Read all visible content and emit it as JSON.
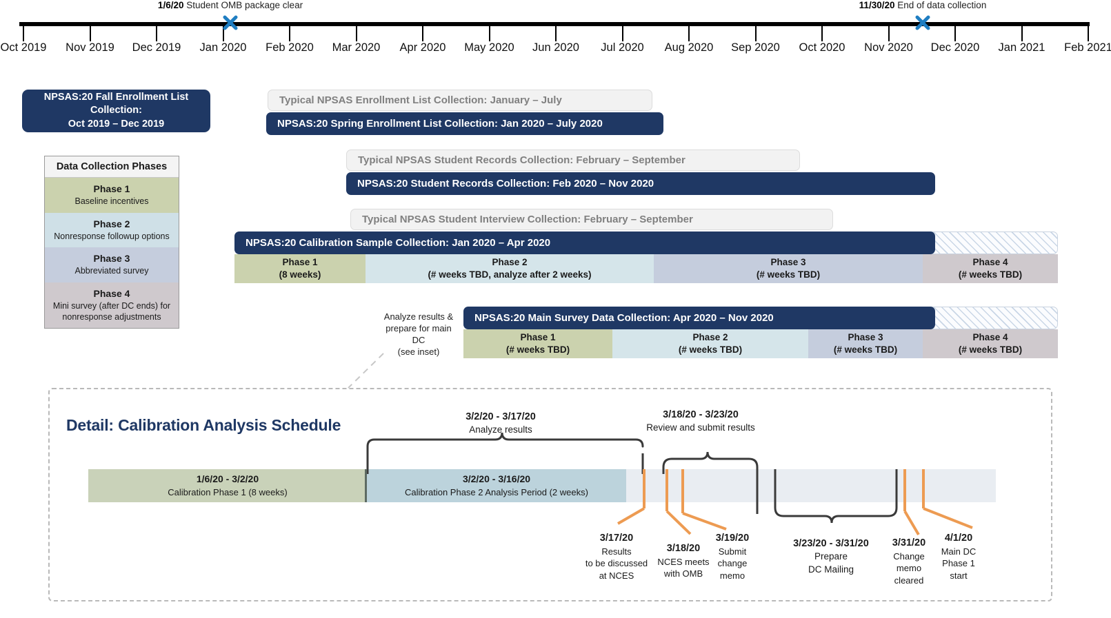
{
  "axis": {
    "ticks": [
      "Oct 2019",
      "Nov 2019",
      "Dec 2019",
      "Jan 2020",
      "Feb 2020",
      "Mar 2020",
      "Apr 2020",
      "May 2020",
      "Jun 2020",
      "Jul 2020",
      "Aug 2020",
      "Sep 2020",
      "Oct 2020",
      "Nov 2020",
      "Dec 2020",
      "Jan 2021",
      "Feb 2021"
    ],
    "milestones": [
      {
        "date": "1/6/20",
        "label": "Student OMB package clear",
        "marker": "x-marker"
      },
      {
        "date": "11/30/20",
        "label": "End of data collection",
        "marker": "x-marker"
      }
    ]
  },
  "fall_box": {
    "line1": "NPSAS:20 Fall Enrollment List",
    "line2": "Collection:",
    "line3": "Oct 2019 – Dec 2019"
  },
  "legend": {
    "header": "Data Collection Phases",
    "rows": [
      {
        "title": "Phase 1",
        "desc": "Baseline incentives",
        "color": "#cbd2ae"
      },
      {
        "title": "Phase 2",
        "desc": "Nonresponse followup options",
        "color": "#cfe0e7"
      },
      {
        "title": "Phase 3",
        "desc": "Abbreviated survey",
        "color": "#c5cddd"
      },
      {
        "title": "Phase 4",
        "desc": "Mini survey (after DC ends) for nonresponse adjustments",
        "color": "#cfc9cd"
      }
    ]
  },
  "bars": {
    "typical_enrollment": "Typical NPSAS Enrollment List Collection: January – July",
    "spring_enrollment": "NPSAS:20 Spring Enrollment List Collection: Jan 2020 – July 2020",
    "typical_records": "Typical NPSAS Student Records Collection: February – September",
    "student_records": "NPSAS:20 Student Records Collection: Feb 2020 – Nov 2020",
    "typical_interview": "Typical NPSAS Student Interview Collection: February – September",
    "calibration": "NPSAS:20 Calibration Sample Collection: Jan 2020 – Apr 2020",
    "main_survey": "NPSAS:20 Main Survey Data Collection: Apr 2020 – Nov 2020"
  },
  "calibration_phases": [
    {
      "title": "Phase 1",
      "sub": "(8 weeks)",
      "color": "#cbd2ae"
    },
    {
      "title": "Phase 2",
      "sub": "(# weeks TBD, analyze after 2 weeks)",
      "color": "#d5e5ea"
    },
    {
      "title": "Phase 3",
      "sub": "(# weeks TBD)",
      "color": "#c5cddd"
    },
    {
      "title": "Phase 4",
      "sub": "(# weeks TBD)",
      "color": "#cfc9cd"
    }
  ],
  "main_phases": [
    {
      "title": "Phase 1",
      "sub": "(# weeks TBD)",
      "color": "#cbd2ae"
    },
    {
      "title": "Phase 2",
      "sub": "(# weeks TBD)",
      "color": "#d5e5ea"
    },
    {
      "title": "Phase 3",
      "sub": "(# weeks TBD)",
      "color": "#c5cddd"
    },
    {
      "title": "Phase 4",
      "sub": "(# weeks TBD)",
      "color": "#cfc9cd"
    }
  ],
  "analyze_note": {
    "l1": "Analyze results &",
    "l2": "prepare for main",
    "l3": "DC",
    "l4": "(see inset)"
  },
  "inset": {
    "title": "Detail: Calibration Analysis Schedule",
    "segments": [
      {
        "range": "1/6/20 - 3/2/20",
        "label": "Calibration Phase 1 (8 weeks)",
        "color": "#c9d2b9"
      },
      {
        "range": "3/2/20 - 3/16/20",
        "label": "Calibration Phase 2 Analysis Period (2 weeks)",
        "color": "#bcd3dc"
      },
      {
        "range": "",
        "label": "",
        "color": "#e9edf2"
      }
    ],
    "braces": [
      {
        "range": "3/2/20 - 3/17/20",
        "label": "Analyze results"
      },
      {
        "range": "3/18/20 - 3/23/20",
        "label": "Review and submit results"
      },
      {
        "range": "3/23/20 - 3/31/20",
        "label": "Prepare\nDC Mailing"
      }
    ],
    "brace3_l1": "3/23/20 - 3/31/20",
    "brace3_l2": "Prepare",
    "brace3_l3": "DC Mailing",
    "callouts": [
      {
        "date": "3/17/20",
        "l1": "Results",
        "l2": "to be discussed",
        "l3": "at NCES"
      },
      {
        "date": "3/18/20",
        "l1": "NCES meets",
        "l2": "with OMB",
        "l3": ""
      },
      {
        "date": "3/19/20",
        "l1": "Submit",
        "l2": "change",
        "l3": "memo"
      },
      {
        "date": "3/31/20",
        "l1": "Change",
        "l2": "memo",
        "l3": "cleared"
      },
      {
        "date": "4/1/20",
        "l1": "Main DC",
        "l2": "Phase 1",
        "l3": "start"
      }
    ]
  },
  "colors": {
    "navy": "#1f3864",
    "orange": "#ed9b52",
    "milestone_blue": "#1f7ec2"
  }
}
